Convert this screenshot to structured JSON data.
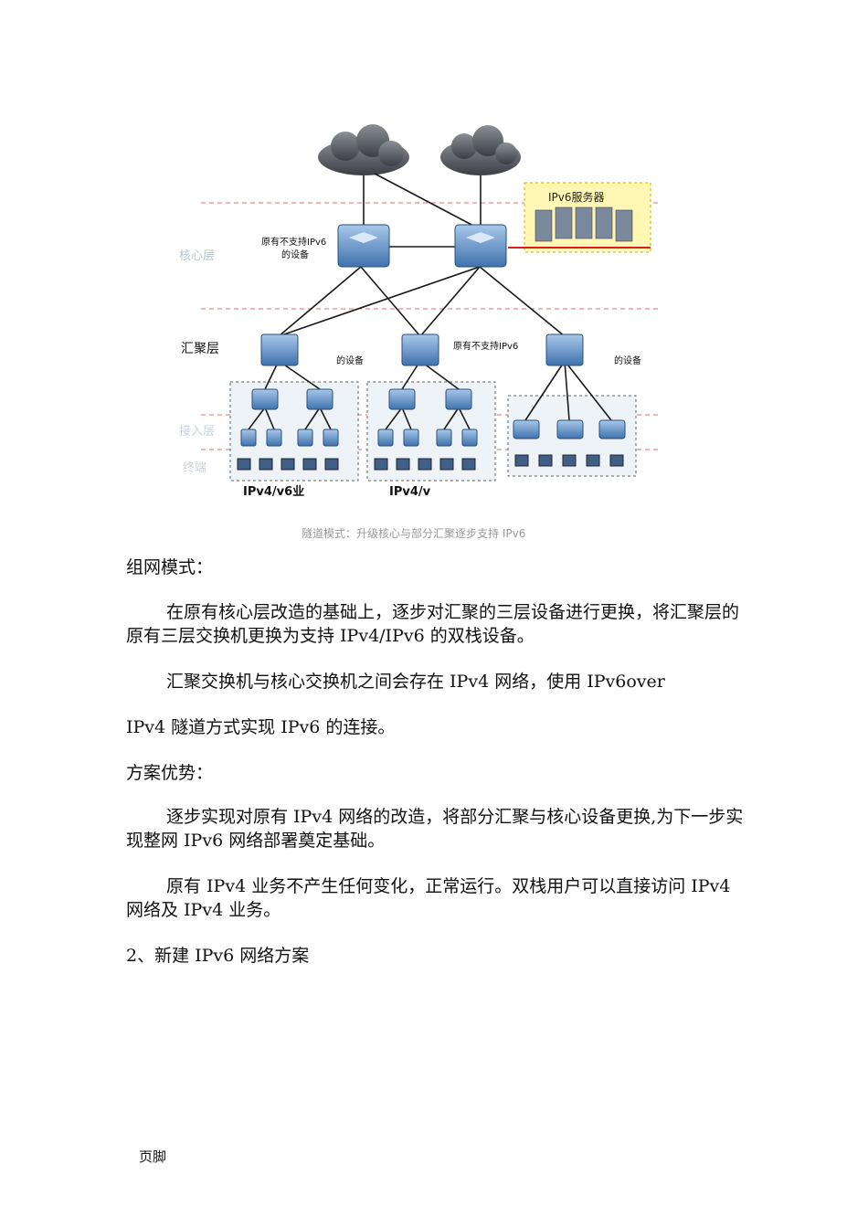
{
  "figure": {
    "caption": "隧道模式：升级核心与部分汇聚逐步支持 IPv6",
    "server_label": "IPv6服务器",
    "core_device_label_line1": "原有不支持IPv6",
    "core_device_label_line2": "的设备",
    "core_layer_label": "核心层",
    "agg_layer_label": "汇聚层",
    "agg_mid_label_line1": "原有不支持IPv6",
    "agg_device_label": "的设备",
    "access_layer_label": "接入层",
    "terminal_layer_label": "终端",
    "group1_label": "IPv4/v6业",
    "group2_label": "IPv4/v",
    "colors": {
      "dash": "#e06b6b",
      "server_box": "#fff7b3",
      "device": "#5b8fc7",
      "red_line": "#d62020"
    }
  },
  "paragraphs": {
    "p1": "组网模式：",
    "p2": "在原有核心层改造的基础上，逐步对汇聚的三层设备进行更换，将汇聚层的原有三层交换机更换为支持 IPv4/IPv6 的双栈设备。",
    "p3": "汇聚交换机与核心交换机之间会存在 IPv4 网络，使用 IPv6over",
    "p4": "IPv4 隧道方式实现 IPv6 的连接。",
    "p5": "方案优势：",
    "p6": "逐步实现对原有 IPv4 网络的改造，将部分汇聚与核心设备更换,为下一步实现整网 IPv6 网络部署奠定基础。",
    "p7": "原有 IPv4 业务不产生任何变化，正常运行。双栈用户可以直接访问 IPv4 网络及 IPv4 业务。",
    "p8": "2、新建 IPv6 网络方案"
  },
  "footer": {
    "text": "页脚"
  }
}
